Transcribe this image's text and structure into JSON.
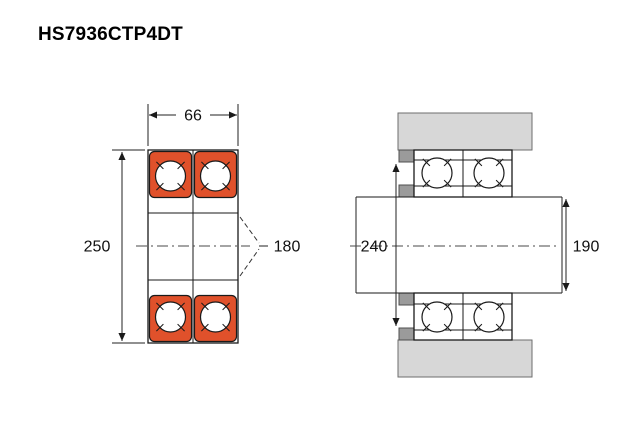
{
  "title": "HS7936CTP4DT",
  "colors": {
    "accent_orange": "#e0512b",
    "housing_gray": "#d7d7d7",
    "spacer_gray": "#9b9b9b",
    "line": "#1a1a1a"
  },
  "cross_section_view": {
    "dim_width": "66",
    "dim_outer_diameter": "250",
    "dim_bore_diameter": "180"
  },
  "mounted_view": {
    "dim_housing_shoulder": "240",
    "dim_shaft_shoulder": "190"
  }
}
